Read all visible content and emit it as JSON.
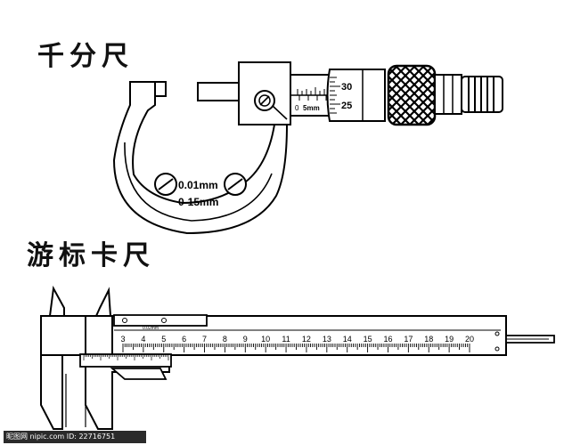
{
  "micrometer": {
    "title": "千分尺",
    "spec_resolution": "0.01mm",
    "spec_range": "0-15mm",
    "sleeve_labels": [
      "0",
      "5mm"
    ],
    "thimble_labels": [
      "30",
      "25"
    ]
  },
  "caliper": {
    "title": "游标卡尺",
    "scale_numbers": [
      "3",
      "4",
      "5",
      "6",
      "7",
      "8",
      "9",
      "10",
      "11",
      "12",
      "13",
      "14",
      "15",
      "16",
      "17",
      "18",
      "19",
      "20"
    ],
    "scale_start": 3,
    "scale_end": 20,
    "vernier_label": "0.02mm"
  },
  "watermark": "昵图网 nipic.com  ID: 22716751"
}
